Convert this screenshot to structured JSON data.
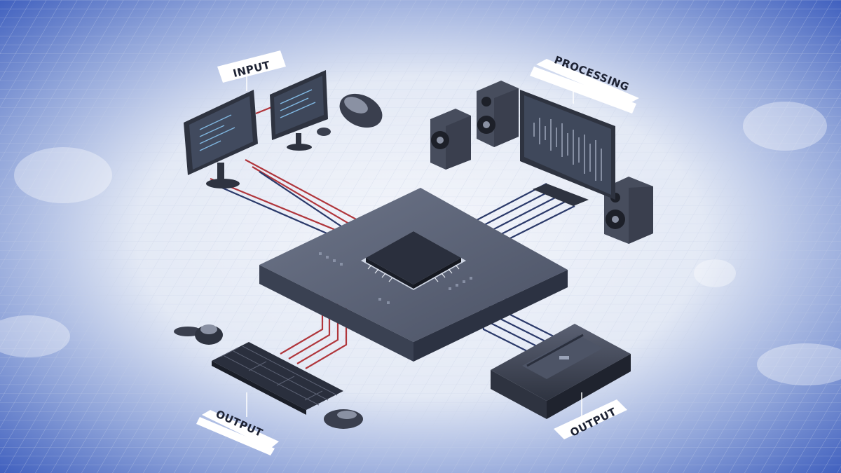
{
  "labels": {
    "input": "INPUT",
    "processing": "PROCESSING",
    "output_left": "OUTPUT",
    "output_right": "OUTPUT"
  },
  "colors": {
    "background_blue": "#2c4fb8",
    "background_light": "#eef2f9",
    "board_top": "#5c6478",
    "board_side": "#2c3242",
    "chip": "#2a2f3d",
    "wire_red": "#b0363c",
    "wire_navy": "#2b3a6a",
    "device_dark": "#3a3f4e",
    "screen_text": "#8fd0ff"
  },
  "icons": [
    "monitor-icon",
    "mouse-icon",
    "speaker-icon",
    "keyboard-icon",
    "printer-icon",
    "cpu-chip-icon",
    "webcam-icon"
  ]
}
